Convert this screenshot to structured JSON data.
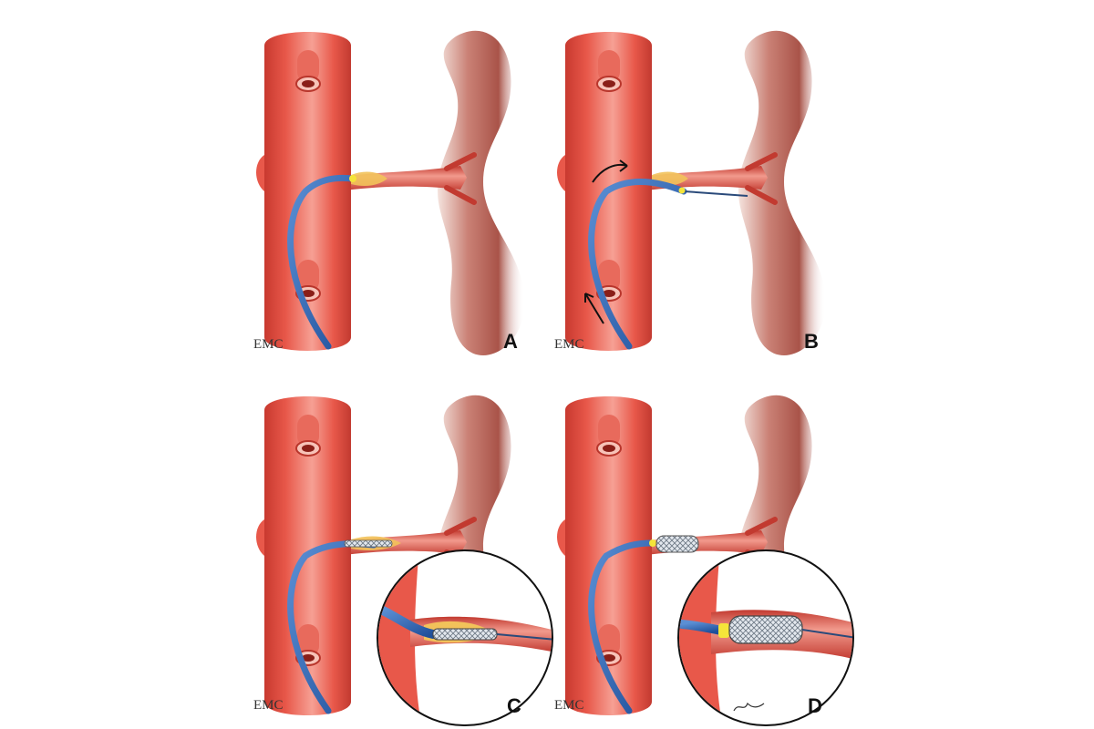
{
  "figure": {
    "panels": [
      {
        "id": "A",
        "letter": "A",
        "credit": "EMC",
        "stage": "catheter-at-stenosis"
      },
      {
        "id": "B",
        "letter": "B",
        "credit": "EMC",
        "stage": "guidewire-crossing"
      },
      {
        "id": "C",
        "letter": "C",
        "credit": "EMC",
        "stage": "stent-positioned",
        "inset": true
      },
      {
        "id": "D",
        "letter": "D",
        "credit": "EMC",
        "stage": "stent-deployed",
        "inset": true
      }
    ],
    "colors": {
      "artery": "#e8584a",
      "artery_dark": "#c23a30",
      "artery_light": "#f4a195",
      "kidney": "#b45a4e",
      "kidney_light": "#f1dcd6",
      "catheter": "#1f4f9a",
      "catheter_light": "#5b8fd4",
      "plaque": "#f2c25a",
      "marker": "#f5e43a",
      "stent": "#9aa3ad",
      "stent_fill": "#e3e8ee"
    },
    "icons": [
      "arrow-icon"
    ]
  }
}
